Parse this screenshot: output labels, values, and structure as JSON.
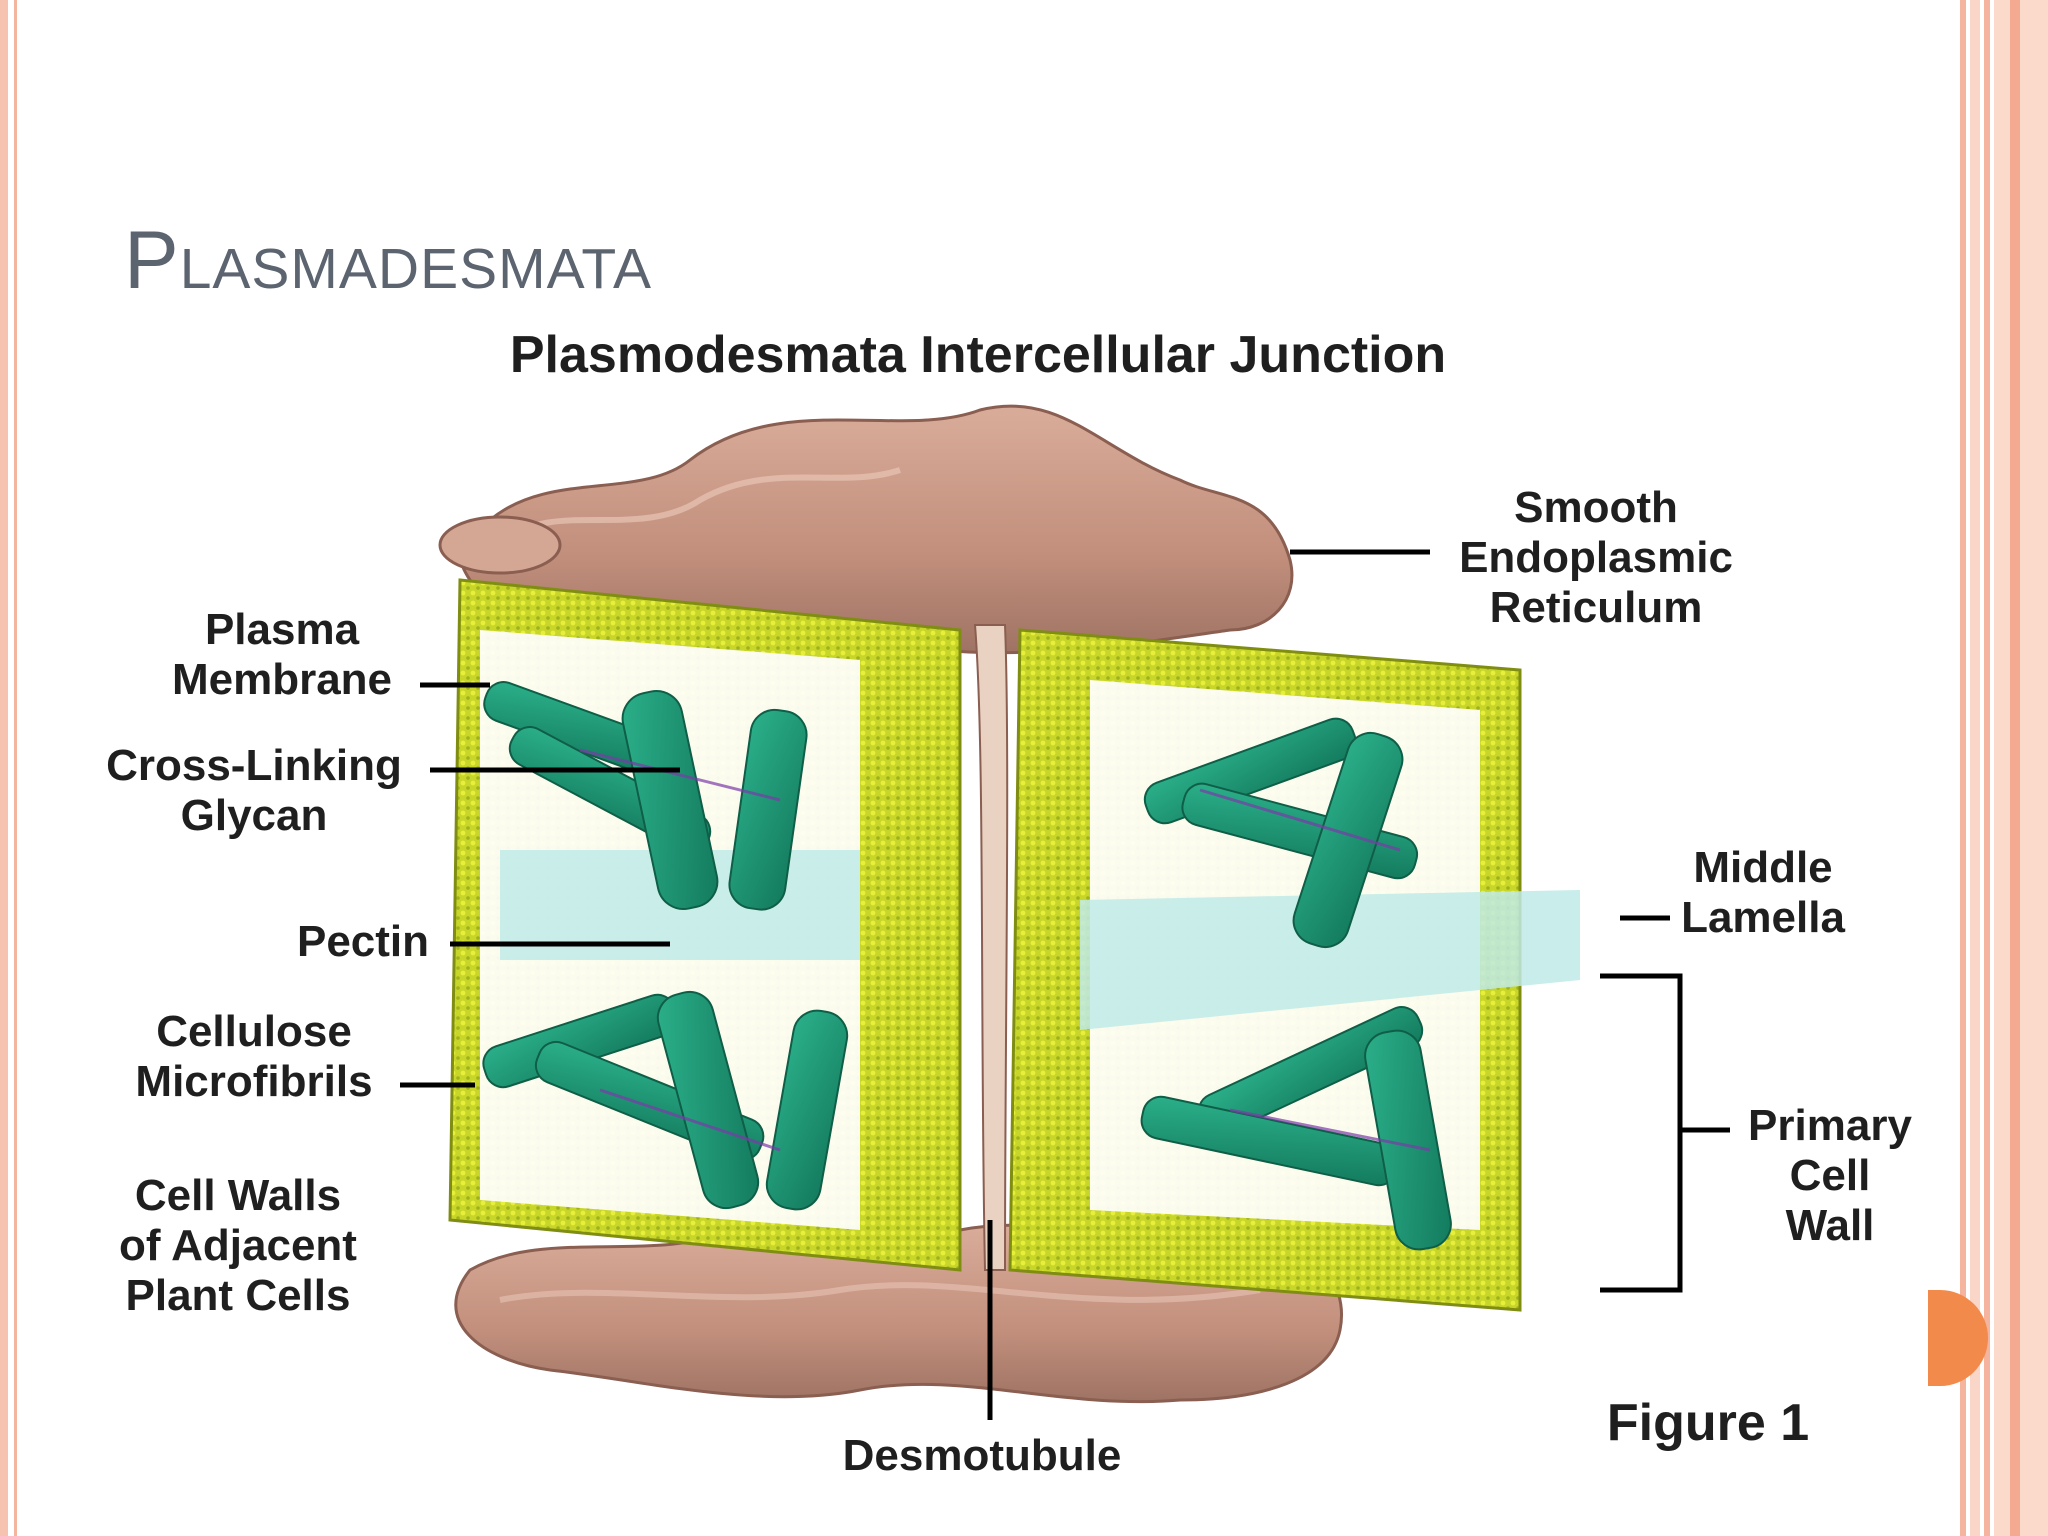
{
  "slide": {
    "title": "Plasmadesmata"
  },
  "diagram": {
    "heading": "Plasmodesmata Intercellular Junction",
    "labels": {
      "plasma_membrane_1": "Plasma",
      "plasma_membrane_2": "Membrane",
      "cross_linking_1": "Cross-Linking",
      "cross_linking_2": "Glycan",
      "pectin": "Pectin",
      "cellulose_1": "Cellulose",
      "cellulose_2": "Microfibrils",
      "cell_walls_1": "Cell Walls",
      "cell_walls_2": "of Adjacent",
      "cell_walls_3": "Plant Cells",
      "smooth_er_1": "Smooth",
      "smooth_er_2": "Endoplasmic",
      "smooth_er_3": "Reticulum",
      "middle_lamella_1": "Middle",
      "middle_lamella_2": "Lamella",
      "primary_wall_1": "Primary",
      "primary_wall_2": "Cell",
      "primary_wall_3": "Wall",
      "desmotubule": "Desmotubule",
      "figure": "Figure 1"
    }
  },
  "colors": {
    "membrane_yellow": "#c8d62a",
    "fibril_green": "#1f9a78",
    "er_pink": "#c99a88",
    "pectin_teal": "#9fe0dc",
    "accent_orange": "#f28a4c"
  }
}
